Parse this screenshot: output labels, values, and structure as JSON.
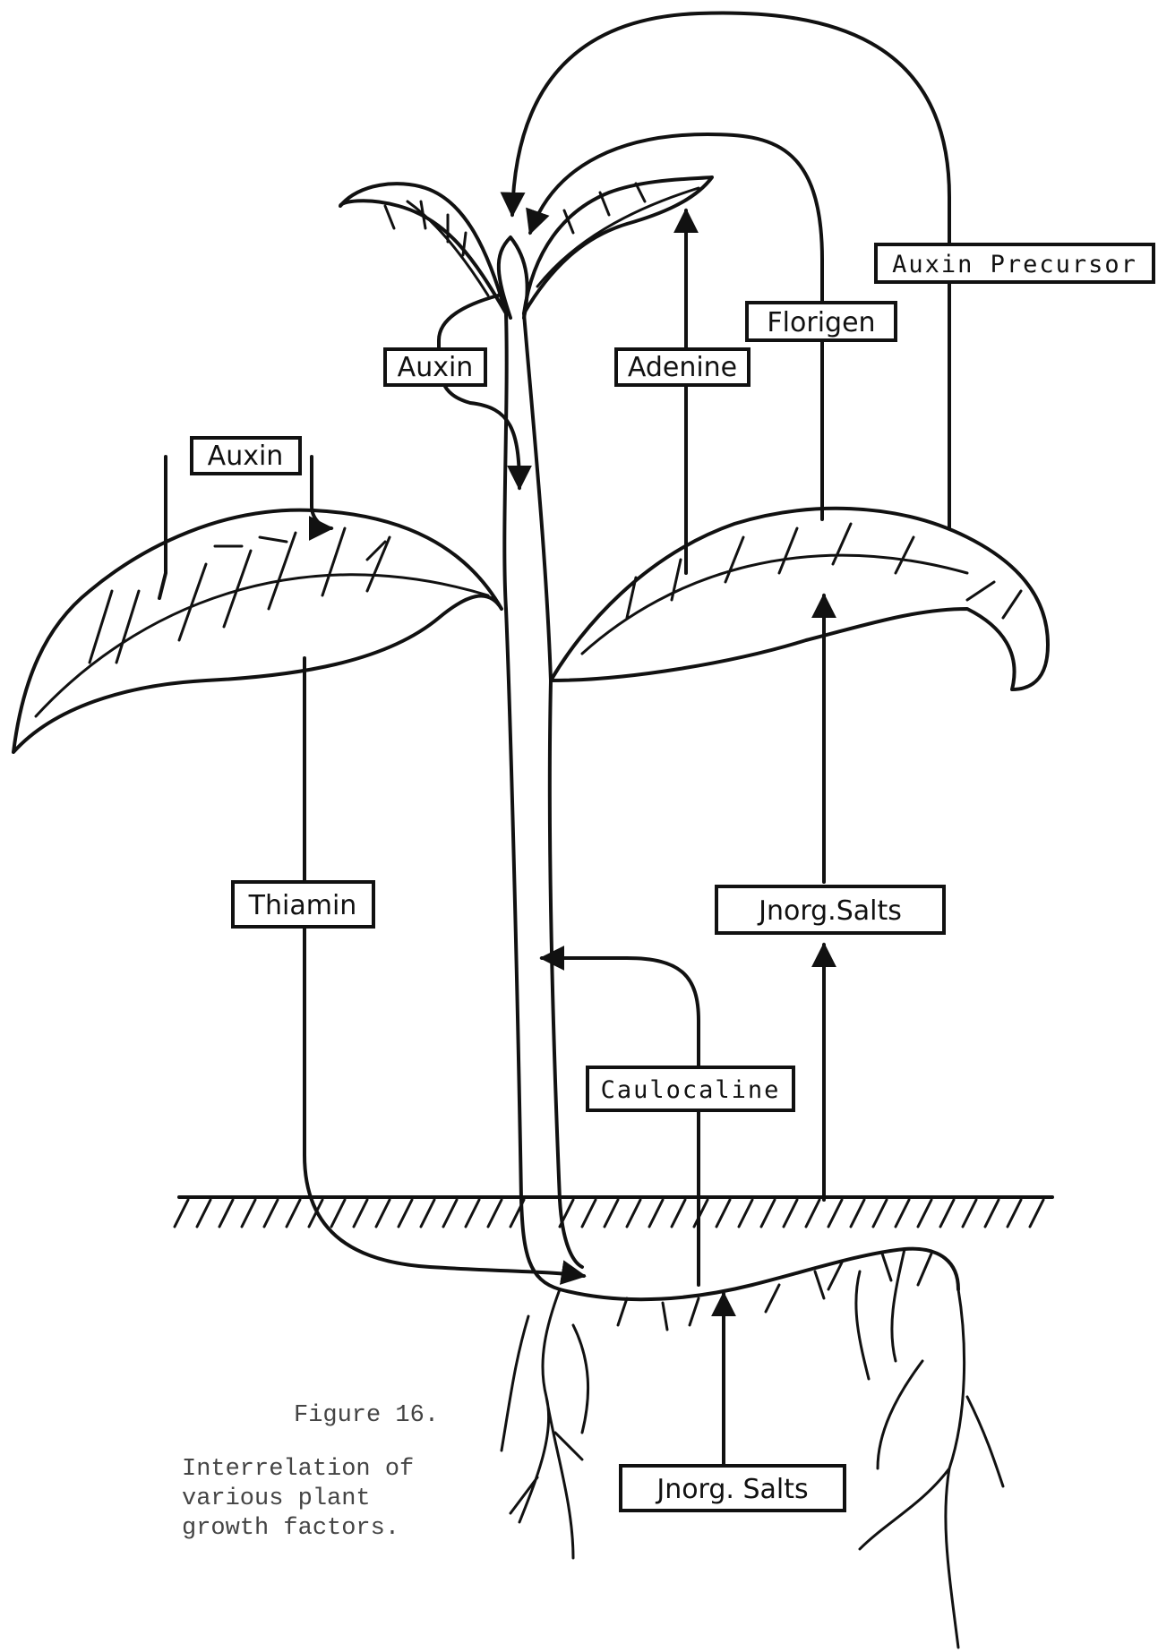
{
  "figure": {
    "title": "Figure 16.",
    "caption": "Interrelation of various plant growth factors."
  },
  "labels": {
    "auxin_top": "Auxin",
    "auxin_left": "Auxin",
    "adenine": "Adenine",
    "florigen": "Florigen",
    "auxin_precursor": "Auxin Precursor",
    "thiamin": "Thiamin",
    "inorg_salts_upper": "Jnorg.Salts",
    "caulocaline": "Caulocaline",
    "inorg_salts_lower": "Jnorg. Salts"
  }
}
